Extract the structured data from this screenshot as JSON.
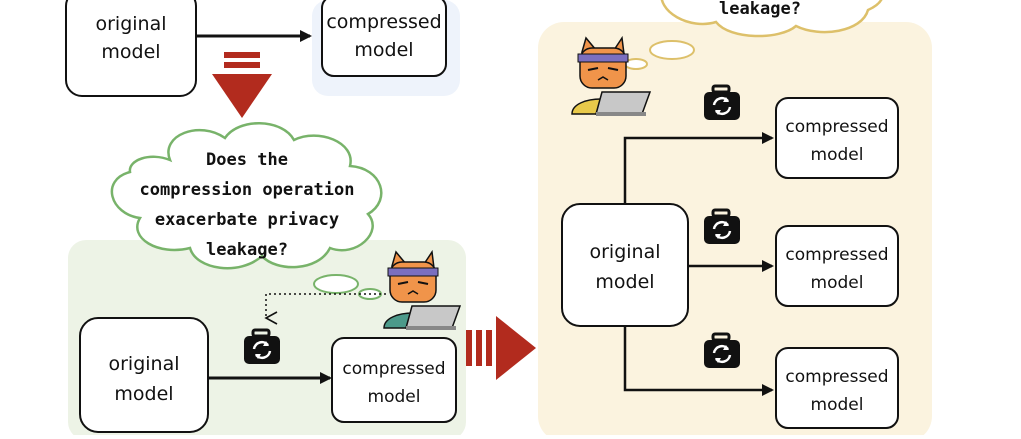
{
  "top_left": {
    "original_model": [
      "original",
      "model"
    ],
    "compressed_model": [
      "compressed",
      "model"
    ]
  },
  "middle_cloud": {
    "lines": [
      "Does the",
      "compression operation",
      "exacerbate privacy",
      "leakage?"
    ]
  },
  "bottom_left": {
    "original_model": [
      "original",
      "model"
    ],
    "compressed_model": [
      "compressed",
      "model"
    ]
  },
  "right_cloud": {
    "lines": [
      "leakage?"
    ]
  },
  "right_panel": {
    "original_model": [
      "original",
      "model"
    ],
    "compressed_models": [
      [
        "compressed",
        "model"
      ],
      [
        "compressed",
        "model"
      ],
      [
        "compressed",
        "model"
      ]
    ]
  },
  "colors": {
    "blue_panel": "#eef3fb",
    "green_panel": "#edf3e6",
    "yellow_panel": "#fbf3df",
    "green_cloud_stroke": "#78b36a",
    "yellow_cloud_stroke": "#ddc06a",
    "red_arrow": "#b22b1e"
  }
}
